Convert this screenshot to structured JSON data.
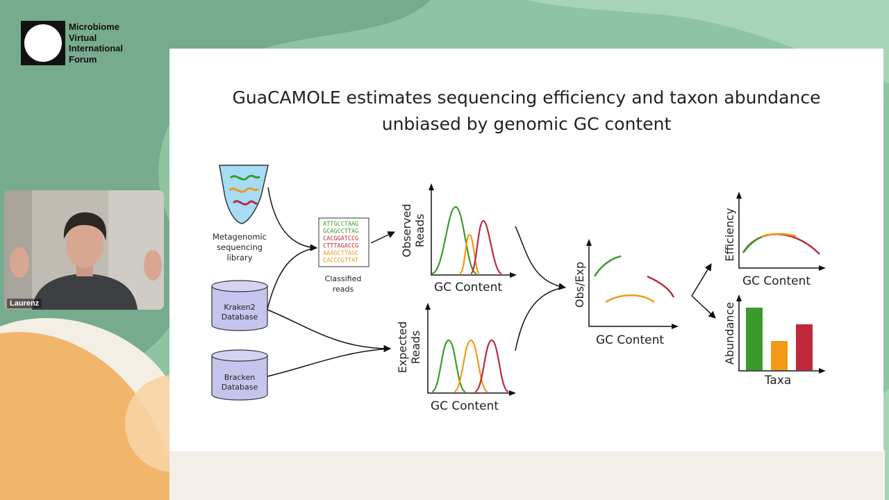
{
  "logo": {
    "lines": [
      "Microbiome",
      "Virtual",
      "International",
      "Forum"
    ]
  },
  "slide": {
    "title_line1": "GuaCAMOLE estimates sequencing efficiency and taxon abundance",
    "title_line2": "unbiased by genomic GC content",
    "library_label": [
      "Metagenomic",
      "sequencing",
      "library"
    ],
    "kraken_label": [
      "Kraken2",
      "Database"
    ],
    "bracken_label": [
      "Bracken",
      "Database"
    ],
    "classified_label": [
      "Classified",
      "reads"
    ],
    "reads": [
      {
        "seq": "ATTGCCTAAG",
        "color": "#3a9a2a"
      },
      {
        "seq": "GCAGCCTTAG",
        "color": "#3a9a2a"
      },
      {
        "seq": "CACGGATCCG",
        "color": "#c0283c"
      },
      {
        "seq": "CTTTAGACCG",
        "color": "#c0283c"
      },
      {
        "seq": "AAAGCTTAGC",
        "color": "#f09a18"
      },
      {
        "seq": "CACCCGTTAT",
        "color": "#f09a18"
      }
    ],
    "observed_ylabel": [
      "Observed",
      "Reads"
    ],
    "observed_xlabel": "GC Content",
    "expected_ylabel": [
      "Expected",
      "Reads"
    ],
    "expected_xlabel": "GC Content",
    "obsexp_ylabel": "Obs/Exp",
    "obsexp_xlabel": "GC Content",
    "efficiency_ylabel": "Efficiency",
    "efficiency_xlabel": "GC Content",
    "abundance_ylabel": "Abundance",
    "abundance_xlabel": "Taxa"
  },
  "abundance": {
    "values": [
      0.9,
      0.42,
      0.66
    ],
    "colors": [
      "#3a9a2a",
      "#f09a18",
      "#c0283c"
    ]
  },
  "colors": {
    "green": "#3a9a2a",
    "orange": "#f09a18",
    "red": "#c0283c",
    "db": "#c5c4ec"
  },
  "webcam": {
    "name": "Laurenz"
  }
}
